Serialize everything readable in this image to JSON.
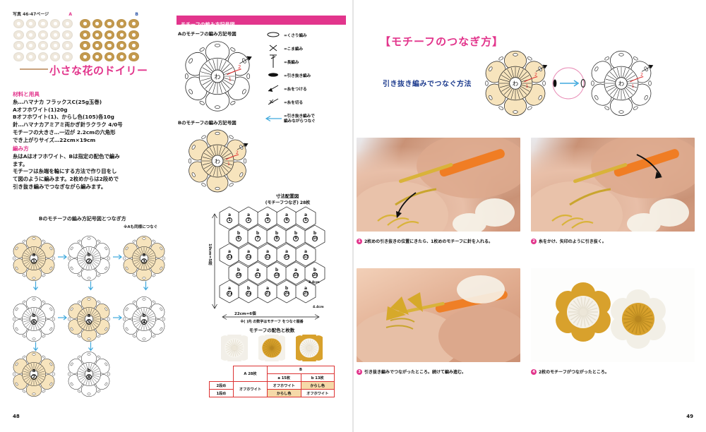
{
  "spread": {
    "page_left_number": "48",
    "page_right_number": "49"
  },
  "left": {
    "photo_ref": "写真 46-47ページ",
    "swatch_a_label": "A",
    "swatch_b_label": "B",
    "doily_title": "小さな花のドイリー",
    "materials": {
      "heading": "材料と用具",
      "lines": [
        "糸…ハマナカ フラックスC(25g玉巻)",
        "Aオフホワイト(1)20g",
        "Bオフホワイト(1)、からし色(105)各10g",
        "針…ハマナカアミアミ両かぎ針ラクラク  4/0号",
        "モチーフの大きさ…一辺が 2.2cmの六角形",
        "でき上がりサイズ…22cm×19cm"
      ]
    },
    "howto": {
      "heading": "編み方",
      "lines": [
        "糸はAはオフホワイト、Bは指定の配色で編み",
        "ます。",
        "モチーフは糸端を輪にする方法で作り目をし",
        "て図のように編みます。2枚めからは2段めで",
        "引き抜き編みでつなぎながら編みます。"
      ]
    },
    "join_diagram": {
      "title": "Bのモチーフの編み方記号図とつなぎ方",
      "subtitle": "※Aも同様につなぐ",
      "motifs": [
        {
          "letter": "a",
          "num": "1"
        },
        {
          "letter": "b",
          "num": "2"
        },
        {
          "letter": "a",
          "num": "3"
        },
        {
          "letter": "b",
          "num": "6"
        },
        {
          "letter": "a",
          "num": "5"
        },
        {
          "letter": "b",
          "num": "4"
        },
        {
          "letter": "a",
          "num": "7"
        },
        {
          "letter": "b",
          "num": "8"
        }
      ]
    }
  },
  "symbols": {
    "band_title": "モチーフの編み方記号図",
    "chart_a_title": "Aのモチーフの編み方記号図",
    "chart_b_title": "Bのモチーフの編み方記号図",
    "ring_label": "わ",
    "legend": [
      {
        "symbol": "oval",
        "text": "=くさり編み"
      },
      {
        "symbol": "x",
        "text": "=こま編み"
      },
      {
        "symbol": "bar",
        "text": "=長編み"
      },
      {
        "symbol": "dot",
        "text": "=引き抜き編み"
      },
      {
        "symbol": "join-up",
        "text": "=糸をつける"
      },
      {
        "symbol": "join-down",
        "text": "=糸を切る"
      }
    ],
    "note": "=引き抜き編みで\n編みながらつなぐ"
  },
  "layout": {
    "title": "寸法配置図",
    "subtitle": "(モチーフつなぎ)  28枚",
    "dim_vertical": "19cm=5段",
    "dim_horizontal": "22cm=6個",
    "footnote": "※( )内 の数字はモチーフ をつなぐ順番",
    "edge_note": "3.8cm",
    "edge_note2": "4.4cm",
    "rows": [
      [
        {
          "letter": "a",
          "num": "1"
        },
        {
          "letter": "a",
          "num": "2"
        },
        {
          "letter": "a",
          "num": "3"
        },
        {
          "letter": "a",
          "num": "4"
        },
        {
          "letter": "a",
          "num": "5"
        }
      ],
      [
        {
          "letter": "b",
          "num": "6"
        },
        {
          "letter": "b",
          "num": "7"
        },
        {
          "letter": "b",
          "num": "8"
        },
        {
          "letter": "b",
          "num": "9"
        },
        {
          "letter": "b",
          "num": "10"
        }
      ],
      [
        {
          "letter": "a",
          "num": "11"
        },
        {
          "letter": "a",
          "num": "12"
        },
        {
          "letter": "a",
          "num": "13"
        },
        {
          "letter": "a",
          "num": "14"
        },
        {
          "letter": "a",
          "num": "15"
        }
      ],
      [
        {
          "letter": "b",
          "num": "16"
        },
        {
          "letter": "a",
          "num": "17"
        },
        {
          "letter": "b",
          "num": "18"
        },
        {
          "letter": "a",
          "num": "19"
        },
        {
          "letter": "b",
          "num": "20"
        }
      ],
      [
        {
          "letter": "a",
          "num": "21"
        },
        {
          "letter": "b",
          "num": "22"
        },
        {
          "letter": "a",
          "num": "23"
        },
        {
          "letter": "b",
          "num": "24"
        },
        {
          "letter": "a",
          "num": "25"
        }
      ]
    ]
  },
  "color_table": {
    "title": "モチーフの配色と枚数",
    "col_a": "A 28枚",
    "col_b": "B",
    "col_b_a": "a 15枚",
    "col_b_b": "b 13枚",
    "row_2": "2段め",
    "row_1": "1段め",
    "offwhite": "オフホワイト",
    "mustard": "からし色",
    "cells": {
      "a_row2": "オフホワイト",
      "a_row1": "オフホワイト",
      "ba_row2": "オフホワイト",
      "ba_row1": "からし色",
      "bb_row2": "からし色",
      "bb_row1": "オフホワイト"
    }
  },
  "right": {
    "title": "【モチーフのつなぎ方】",
    "subtitle": "引き抜き編みでつなぐ方法",
    "steps": [
      {
        "num": "1",
        "caption": "2枚めの引き抜きの位置にきたら、1枚めのモチーフに針を入れる。"
      },
      {
        "num": "2",
        "caption": "糸をかけ、矢印のように引き抜く。"
      },
      {
        "num": "3",
        "caption": "引き抜き編みでつながったところ。続けて編み進む。"
      },
      {
        "num": "4",
        "caption": "2枚のモチーフがつながったところ。"
      }
    ]
  },
  "colors": {
    "accent_pink": "#e2358c",
    "blue": "#1f3d8f",
    "mustard": "#d4a024",
    "cream": "#f7e4bd",
    "offwhite": "#f2ece3"
  }
}
